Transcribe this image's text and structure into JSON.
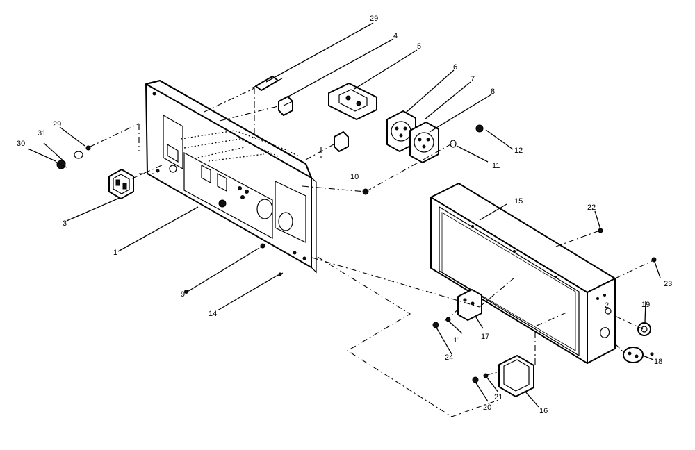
{
  "callouts": {
    "c1": "1",
    "c2": "2",
    "c3": "3",
    "c4": "4",
    "c5": "5",
    "c6": "6",
    "c7": "7",
    "c8": "8",
    "c9": "9",
    "c10": "10",
    "c11a": "11",
    "c11b": "11",
    "c12": "12",
    "c14": "14",
    "c15": "15",
    "c16": "16",
    "c17": "17",
    "c18": "18",
    "c19": "19",
    "c20": "20",
    "c21": "21",
    "c22": "22",
    "c23": "23",
    "c24": "24",
    "c29a": "29",
    "c29b": "29",
    "c30": "30",
    "c31": "31"
  }
}
